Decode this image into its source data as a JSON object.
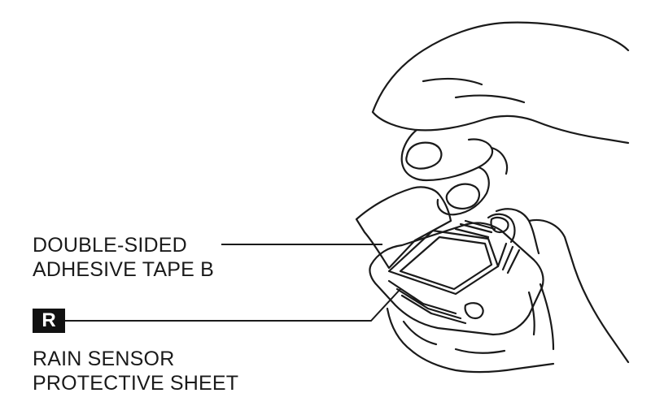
{
  "labels": {
    "tape": {
      "line1": "DOUBLE-SIDED",
      "line2": "ADHESIVE TAPE B"
    },
    "sheet": {
      "line1": "RAIN SENSOR",
      "line2": "PROTECTIVE SHEET"
    }
  },
  "reference_badge": "R",
  "colors": {
    "ink": "#1a1a1a",
    "badge_bg": "#111111",
    "badge_text": "#ffffff",
    "background": "#ffffff"
  }
}
